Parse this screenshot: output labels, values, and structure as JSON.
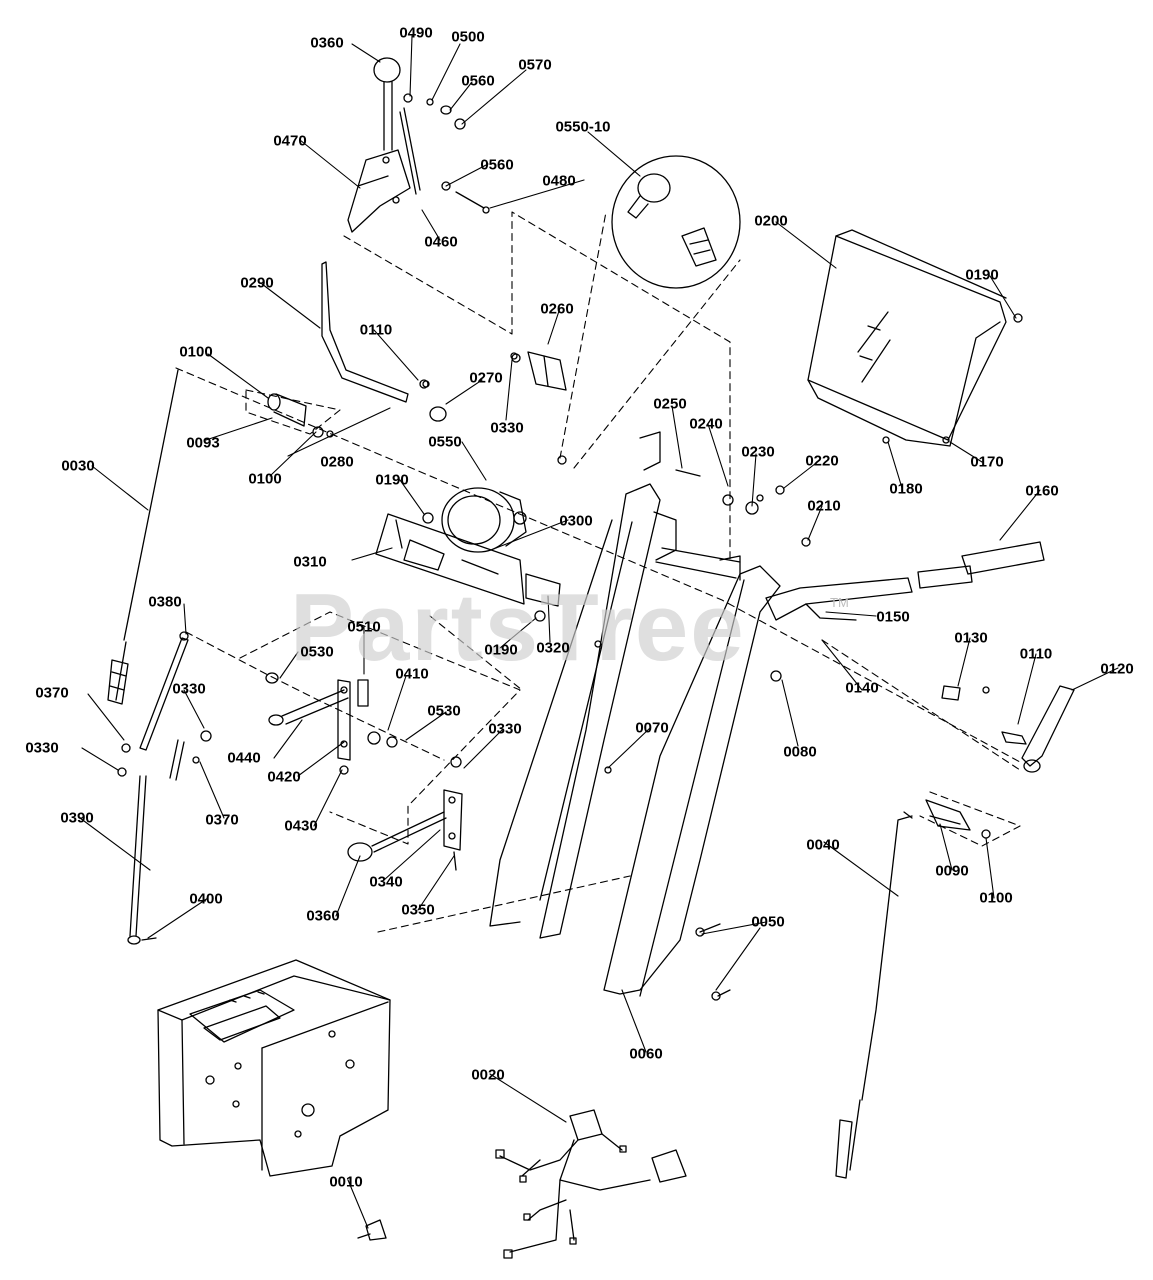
{
  "watermark": {
    "text": "PartsTree",
    "trademark": "TM"
  },
  "labels": [
    "0360",
    "0490",
    "0500",
    "0560",
    "0570",
    "0470",
    "0560",
    "0480",
    "0460",
    "0550-10",
    "0200",
    "0190",
    "0290",
    "0260",
    "0110",
    "0100",
    "0270",
    "0093",
    "0330",
    "0280",
    "0100",
    "0250",
    "0240",
    "0230",
    "0220",
    "0210",
    "0180",
    "0170",
    "0550",
    "0190",
    "0300",
    "0310",
    "0160",
    "0030",
    "0150",
    "0190",
    "0320",
    "0380",
    "0510",
    "0140",
    "0130",
    "0110",
    "0120",
    "0530",
    "0410",
    "0370",
    "0330",
    "0530",
    "0330",
    "0440",
    "0420",
    "0370",
    "0430",
    "0330",
    "0070",
    "0080",
    "0390",
    "0360",
    "0340",
    "0350",
    "0040",
    "0090",
    "0100",
    "0400",
    "0050",
    "0060",
    "0020",
    "0010"
  ],
  "colors": {
    "line": "#000000",
    "watermark": "#cfcfcf",
    "background": "#ffffff"
  }
}
